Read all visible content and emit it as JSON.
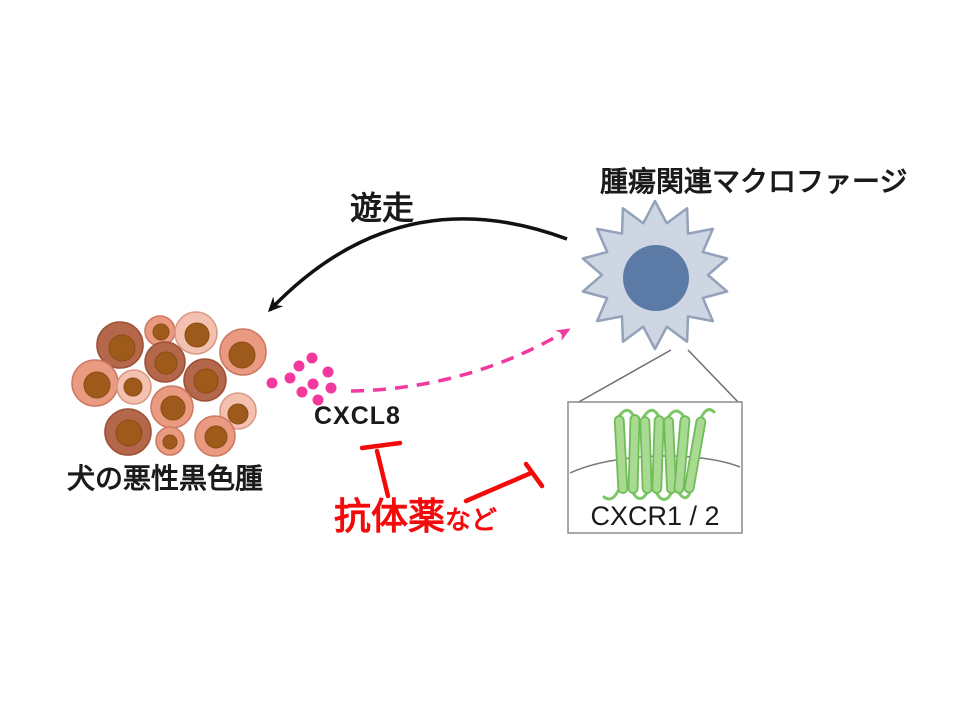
{
  "diagram": {
    "labels": {
      "macrophage": "腫瘍関連マクロファージ",
      "migration": "遊走",
      "tumor": "犬の悪性黒色腫",
      "chemokine": "CXCL8",
      "inhibitor_main": "抗体薬",
      "inhibitor_suffix": "など",
      "receptor": "CXCR1 / 2"
    },
    "relations": [
      {
        "from": "macrophage",
        "to": "tumor",
        "label": "遊走",
        "style": "solid-curved-arrow",
        "color": "#111111"
      },
      {
        "from": "CXCL8",
        "to": "macrophage",
        "label": "",
        "style": "dashed-arrow",
        "color": "#f2399e"
      },
      {
        "from": "抗体薬など",
        "to": "CXCL8",
        "label": "",
        "style": "inhibition-bar",
        "color": "#f30b0b"
      },
      {
        "from": "抗体薬など",
        "to": "CXCR1 / 2",
        "label": "",
        "style": "inhibition-bar",
        "color": "#f30b0b"
      }
    ],
    "colors": {
      "pink": "#f2399e",
      "red": "#f30b0b",
      "arrow_black": "#111111",
      "macrophage_body": "#cfd6e3",
      "macrophage_outline": "#93a2b8",
      "macrophage_nucleus": "#5b7ba6",
      "helix_green_fill": "#a9da92",
      "helix_green_stroke": "#6fbc58",
      "tumor_cell_dark": "#b5674b",
      "tumor_cell_salmon": "#ea9a80",
      "tumor_cell_light": "#f4c1b0",
      "tumor_nucleus": "#9e5a1b",
      "callout_gray": "#6f6f6f"
    }
  }
}
